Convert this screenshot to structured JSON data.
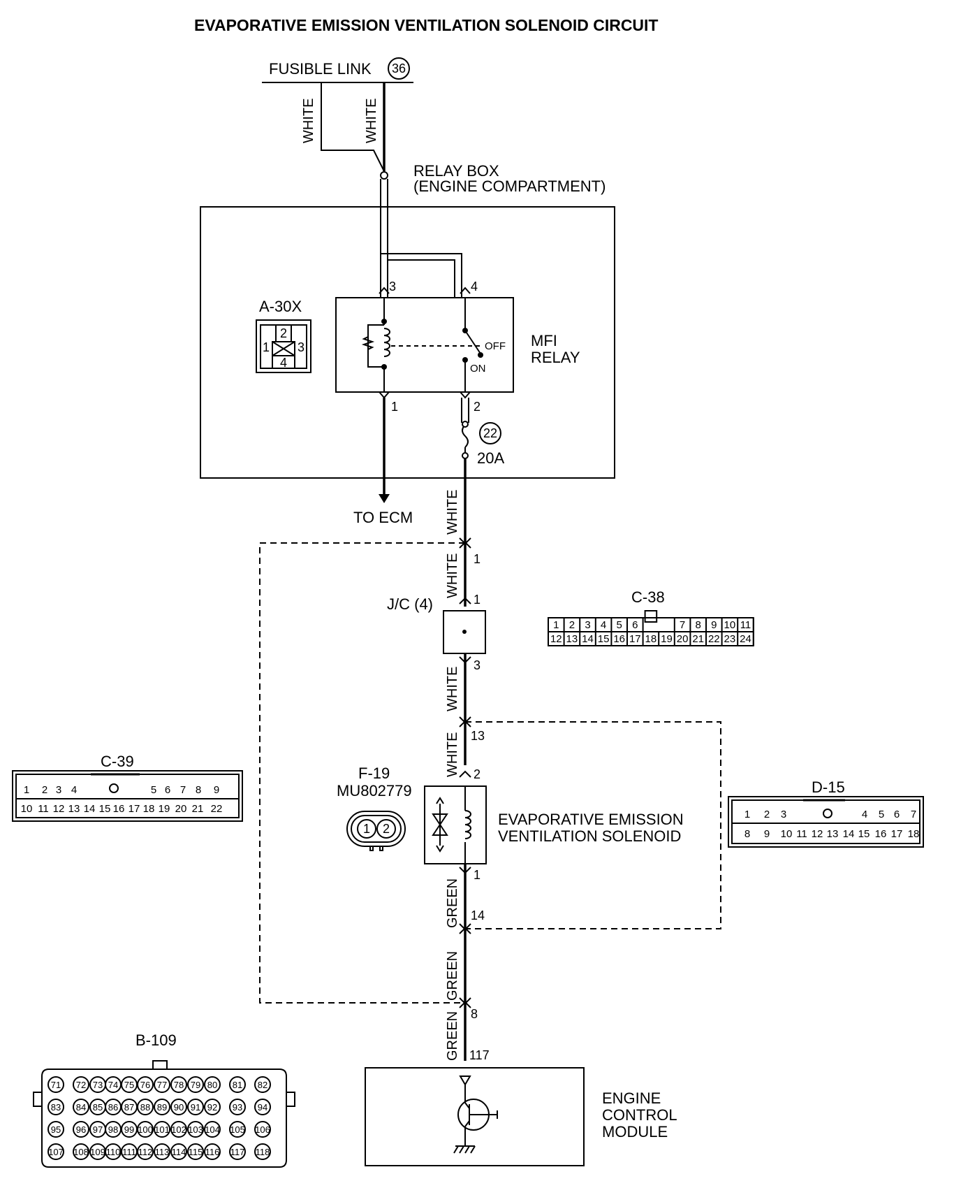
{
  "title": "EVAPORATIVE EMISSION VENTILATION SOLENOID CIRCUIT",
  "fusible_link": {
    "label": "FUSIBLE LINK",
    "number": "36"
  },
  "relay_box": {
    "line1": "RELAY BOX",
    "line2": "(ENGINE COMPARTMENT)"
  },
  "wire_colors": {
    "white": "WHITE",
    "green": "GREEN"
  },
  "mfi_relay": {
    "line1": "MFI",
    "line2": "RELAY",
    "off": "OFF",
    "on": "ON",
    "pins": [
      "3",
      "4",
      "1",
      "2"
    ]
  },
  "fuse": {
    "number": "22",
    "rating": "20A"
  },
  "to_ecm": "TO ECM",
  "junction": {
    "label": "J/C (4)",
    "pin_in": "1",
    "pin_out": "3"
  },
  "harness_pins": {
    "a": "1",
    "b": "13",
    "c": "14",
    "d": "8",
    "ecm": "117"
  },
  "solenoid": {
    "line1": "EVAPORATIVE EMISSION",
    "line2": "VENTILATION SOLENOID",
    "pin_top": "2",
    "pin_bottom": "1"
  },
  "ecm": {
    "line1": "ENGINE",
    "line2": "CONTROL",
    "line3": "MODULE"
  },
  "connectors": {
    "a30x": {
      "label": "A-30X",
      "pins": [
        "1",
        "2",
        "3",
        "4"
      ]
    },
    "c38": {
      "label": "C-38",
      "row1": [
        "1",
        "2",
        "3",
        "4",
        "5",
        "6",
        "",
        "7",
        "8",
        "9",
        "10",
        "11"
      ],
      "row2": [
        "12",
        "13",
        "14",
        "15",
        "16",
        "17",
        "18",
        "19",
        "20",
        "21",
        "22",
        "23",
        "24"
      ]
    },
    "c39": {
      "label": "C-39",
      "row1": [
        "1",
        "2",
        "3",
        "4",
        "5",
        "6",
        "7",
        "8",
        "9"
      ],
      "row2": [
        "10",
        "11",
        "12",
        "13",
        "14",
        "15",
        "16",
        "17",
        "18",
        "19",
        "20",
        "21",
        "22"
      ]
    },
    "d15": {
      "label": "D-15",
      "row1": [
        "1",
        "2",
        "3",
        "4",
        "5",
        "6",
        "7"
      ],
      "row2": [
        "8",
        "9",
        "10",
        "11",
        "12",
        "13",
        "14",
        "15",
        "16",
        "17",
        "18"
      ]
    },
    "f19": {
      "label": "F-19",
      "part": "MU802779",
      "pins": [
        "1",
        "2"
      ]
    },
    "b109": {
      "label": "B-109",
      "rows": [
        [
          "71",
          "72",
          "73",
          "74",
          "75",
          "76",
          "77",
          "78",
          "79",
          "80",
          "81",
          "82"
        ],
        [
          "83",
          "84",
          "85",
          "86",
          "87",
          "88",
          "89",
          "90",
          "91",
          "92",
          "93",
          "94"
        ],
        [
          "95",
          "96",
          "97",
          "98",
          "99",
          "100",
          "101",
          "102",
          "103",
          "104",
          "105",
          "106"
        ],
        [
          "107",
          "108",
          "109",
          "110",
          "111",
          "112",
          "113",
          "114",
          "115",
          "116",
          "117",
          "118"
        ]
      ]
    }
  }
}
